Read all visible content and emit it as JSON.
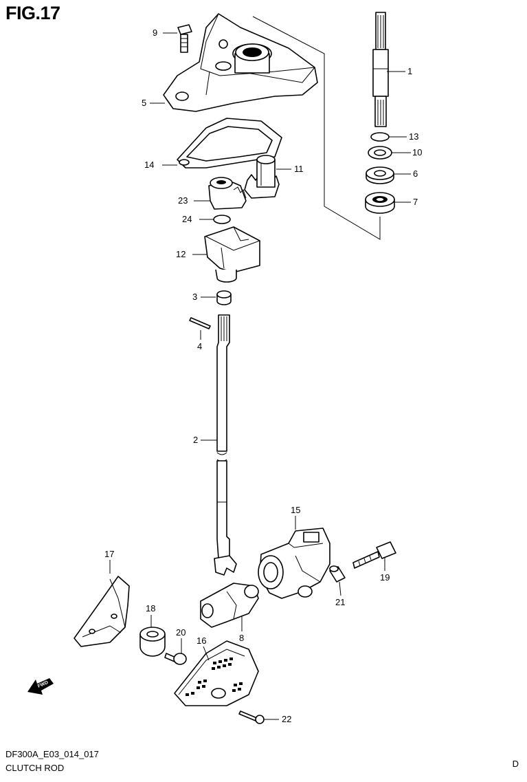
{
  "figure": {
    "title": "FIG.17",
    "code": "DF300A_E03_014_017",
    "name": "CLUTCH ROD",
    "corner_letter": "D"
  },
  "callouts": [
    "1",
    "2",
    "3",
    "4",
    "5",
    "6",
    "7",
    "8",
    "9",
    "10",
    "11",
    "12",
    "13",
    "14",
    "15",
    "16",
    "17",
    "18",
    "19",
    "20",
    "21",
    "22",
    "23",
    "24"
  ],
  "icons": [
    "fwd-arrow-icon"
  ]
}
